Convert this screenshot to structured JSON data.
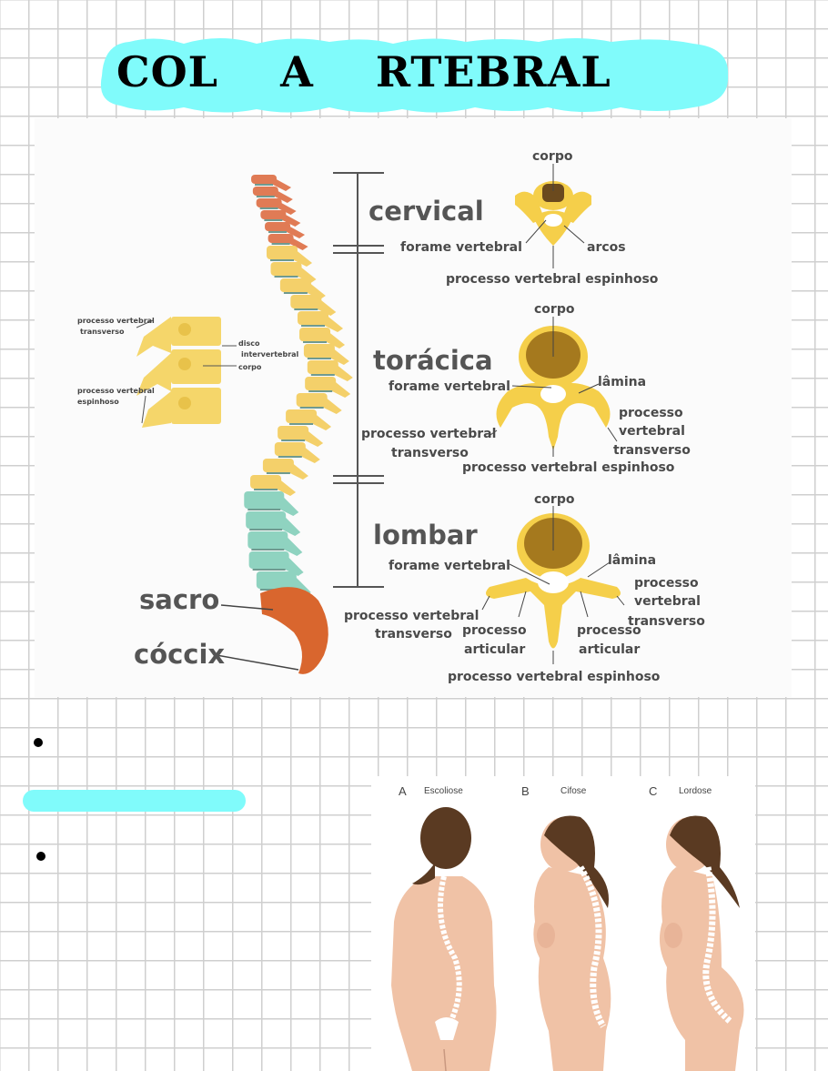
{
  "title": "COL    A    RTEBRAL",
  "colors": {
    "highlight": "#80fbfb",
    "cervical": "#e07b55",
    "thoracic": "#f4d06a",
    "lumbar": "#8fd3c0",
    "sacrum": "#d9662e",
    "bone": "#f5cf4a"
  },
  "diagram": {
    "regions": {
      "cervical": "cervical",
      "thoracic": "torácica",
      "lumbar": "lombar",
      "sacrum": "sacro",
      "coccyx": "cóccix"
    },
    "side_view": {
      "transverse_1": "processo vertebral",
      "transverse_2": "transverso",
      "disc_1": "disco",
      "disc_2": "intervertebral",
      "body": "corpo",
      "spinous_1": "processo vertebral",
      "spinous_2": "espinhoso"
    },
    "cervical": {
      "body": "corpo",
      "foramen": "forame vertebral",
      "arches": "arcos",
      "spinous": "processo vertebral espinhoso"
    },
    "thoracic": {
      "body": "corpo",
      "foramen": "forame vertebral",
      "lamina": "lâmina",
      "tp_r1": "processo",
      "tp_r2": "vertebral",
      "tp_r3": "transverso",
      "tp_l1": "processo vertebral",
      "tp_l2": "transverso",
      "spinous": "processo vertebral espinhoso"
    },
    "lumbar": {
      "body": "corpo",
      "foramen": "forame vertebral",
      "lamina": "lâmina",
      "tp_r1": "processo",
      "tp_r2": "vertebral",
      "tp_r3": "transverso",
      "tp_l1": "processo vertebral",
      "tp_l2": "transverso",
      "art_l1": "processo",
      "art_l2": "articular",
      "art_r1": "processo",
      "art_r2": "articular",
      "spinous": "processo vertebral espinhoso"
    }
  },
  "posture": {
    "a_letter": "A",
    "a_label": "Escoliose",
    "b_letter": "B",
    "b_label": "Cifose",
    "c_letter": "C",
    "c_label": "Lordose"
  }
}
